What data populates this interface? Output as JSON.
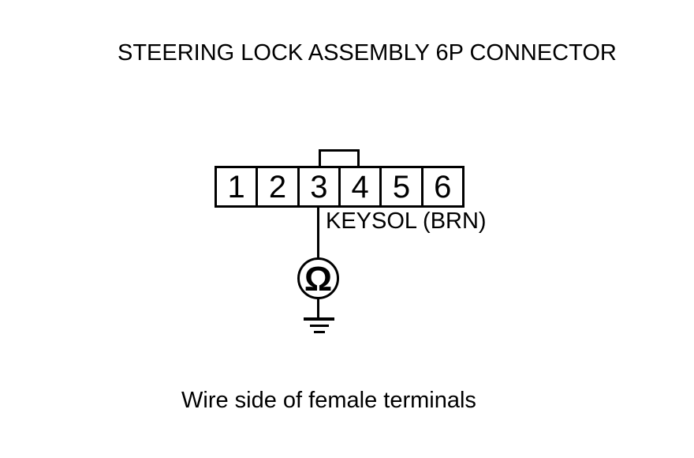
{
  "colors": {
    "ink": "#000000",
    "paper": "#ffffff"
  },
  "title": "STEERING LOCK ASSEMBLY 6P CONNECTOR",
  "connector": {
    "pins": [
      "1",
      "2",
      "3",
      "4",
      "5",
      "6"
    ]
  },
  "measurement": {
    "wire_label": "KEYSOL (BRN)",
    "tested_pin": "3",
    "meter_symbol": "Ω",
    "icons": {
      "meter": "ohmmeter-omega-icon",
      "ground": "ground-icon"
    }
  },
  "caption": "Wire side of female terminals"
}
